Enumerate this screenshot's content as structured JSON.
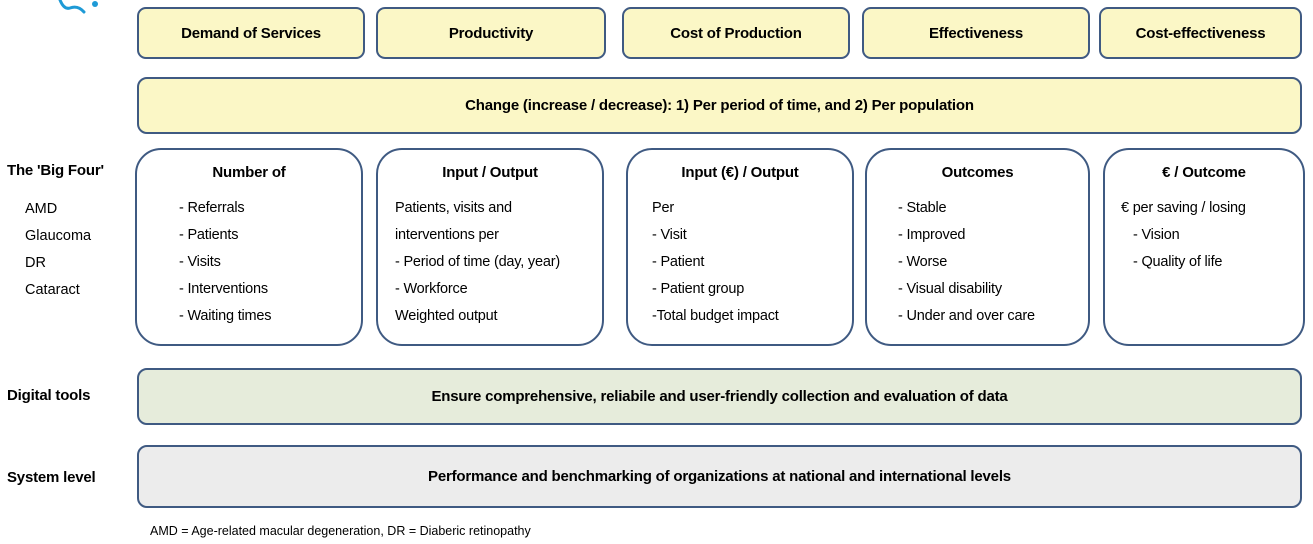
{
  "headers": [
    "Demand  of Services",
    "Productivity",
    "Cost of Production",
    "Effectiveness",
    "Cost-effectiveness"
  ],
  "change_band": "Change (increase / decrease): 1) Per period of time,  and  2) Per population",
  "big_four": {
    "label": "The 'Big Four'",
    "diseases": [
      "AMD",
      "Glaucoma",
      "DR",
      "Cataract"
    ]
  },
  "columns": [
    {
      "title": "Number  of",
      "lines": [
        "- Referrals",
        "- Patients",
        "- Visits",
        "- Interventions",
        "- Waiting times"
      ]
    },
    {
      "title": "Input / Output",
      "lines": [
        "Patients, visits and",
        "interventions per",
        "- Period of time (day, year)",
        "- Workforce",
        "Weighted output"
      ]
    },
    {
      "title": "Input (€) / Output",
      "lines": [
        "Per",
        "- Visit",
        "- Patient",
        "- Patient group",
        "-Total budget impact"
      ]
    },
    {
      "title": "Outcomes",
      "lines": [
        "- Stable",
        "- Improved",
        "- Worse",
        "- Visual disability",
        "- Under and over care"
      ]
    },
    {
      "title": "€ / Outcome",
      "lines": [
        "€ per saving / losing",
        "- Vision",
        "- Quality of life"
      ]
    }
  ],
  "digital_tools": {
    "label": "Digital tools",
    "text": "Ensure comprehensive, reliabile and user-friendly collection and evaluation of data"
  },
  "system_level": {
    "label": "System level",
    "text": "Performance and benchmarking of organizations at national and international levels"
  },
  "footnote": "AMD = Age-related macular degeneration, DR = Diaberic retinopathy",
  "colors": {
    "header_fill": "#fbf7c6",
    "border": "#3f5a82",
    "digital_fill": "#e6ecdb",
    "system_fill": "#ececec",
    "logo": "#1e9ad6"
  }
}
